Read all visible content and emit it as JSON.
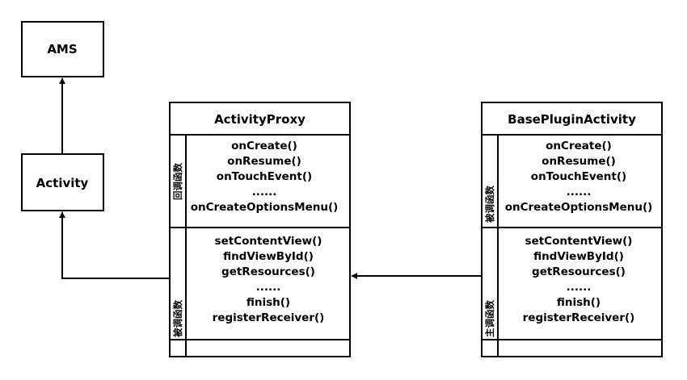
{
  "ams": {
    "label": "AMS"
  },
  "activity": {
    "label": "Activity"
  },
  "proxy": {
    "title": "ActivityProxy",
    "callback_label": "回调函数",
    "called_label": "被调函数",
    "callback_methods": [
      "onCreate()",
      "onResume()",
      "onTouchEvent()",
      "......",
      "onCreateOptionsMenu()"
    ],
    "called_methods": [
      "setContentView()",
      "findViewById()",
      "getResources()",
      "......",
      "finish()",
      "registerReceiver()"
    ]
  },
  "plugin": {
    "title": "BasePluginActivity",
    "callback_label": "被调函数",
    "called_label": "主调函数",
    "callback_methods": [
      "onCreate()",
      "onResume()",
      "onTouchEvent()",
      "......",
      "onCreateOptionsMenu()"
    ],
    "called_methods": [
      "setContentView()",
      "findViewById()",
      "getResources()",
      "......",
      "finish()",
      "registerReceiver()"
    ]
  }
}
